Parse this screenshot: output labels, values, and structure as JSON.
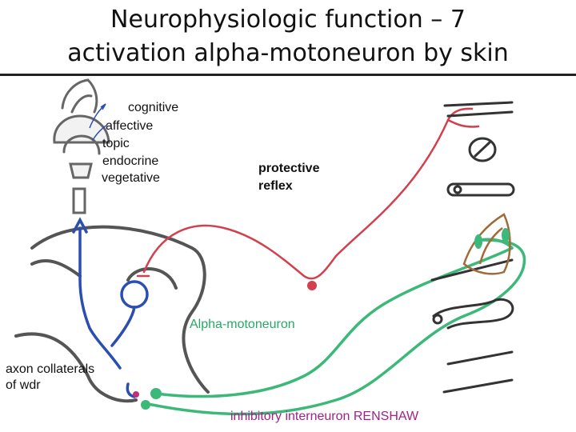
{
  "title": {
    "line1": "Neurophysiologic function – 7",
    "line2": "activation alpha-motoneuron by skin"
  },
  "brain_labels": [
    "cognitive",
    "affective",
    "topic",
    "endocrine",
    "vegetative"
  ],
  "labels": {
    "protective_reflex_1": "protective",
    "protective_reflex_2": "reflex",
    "alpha_motoneuron": "Alpha-motoneuron",
    "axon_collaterals_1": "axon collaterals",
    "axon_collaterals_2": "of wdr",
    "renshaw": "inhibitory interneuron RENSHAW"
  },
  "colors": {
    "sensory_red": "#d2404e",
    "motor_green": "#3cb878",
    "ascending_blue": "#2a4fb0",
    "cord_gray": "#555555",
    "alpha_text": "#2aa865",
    "renshaw_text": "#a0228a",
    "muscle_brown": "#a06a3a"
  }
}
